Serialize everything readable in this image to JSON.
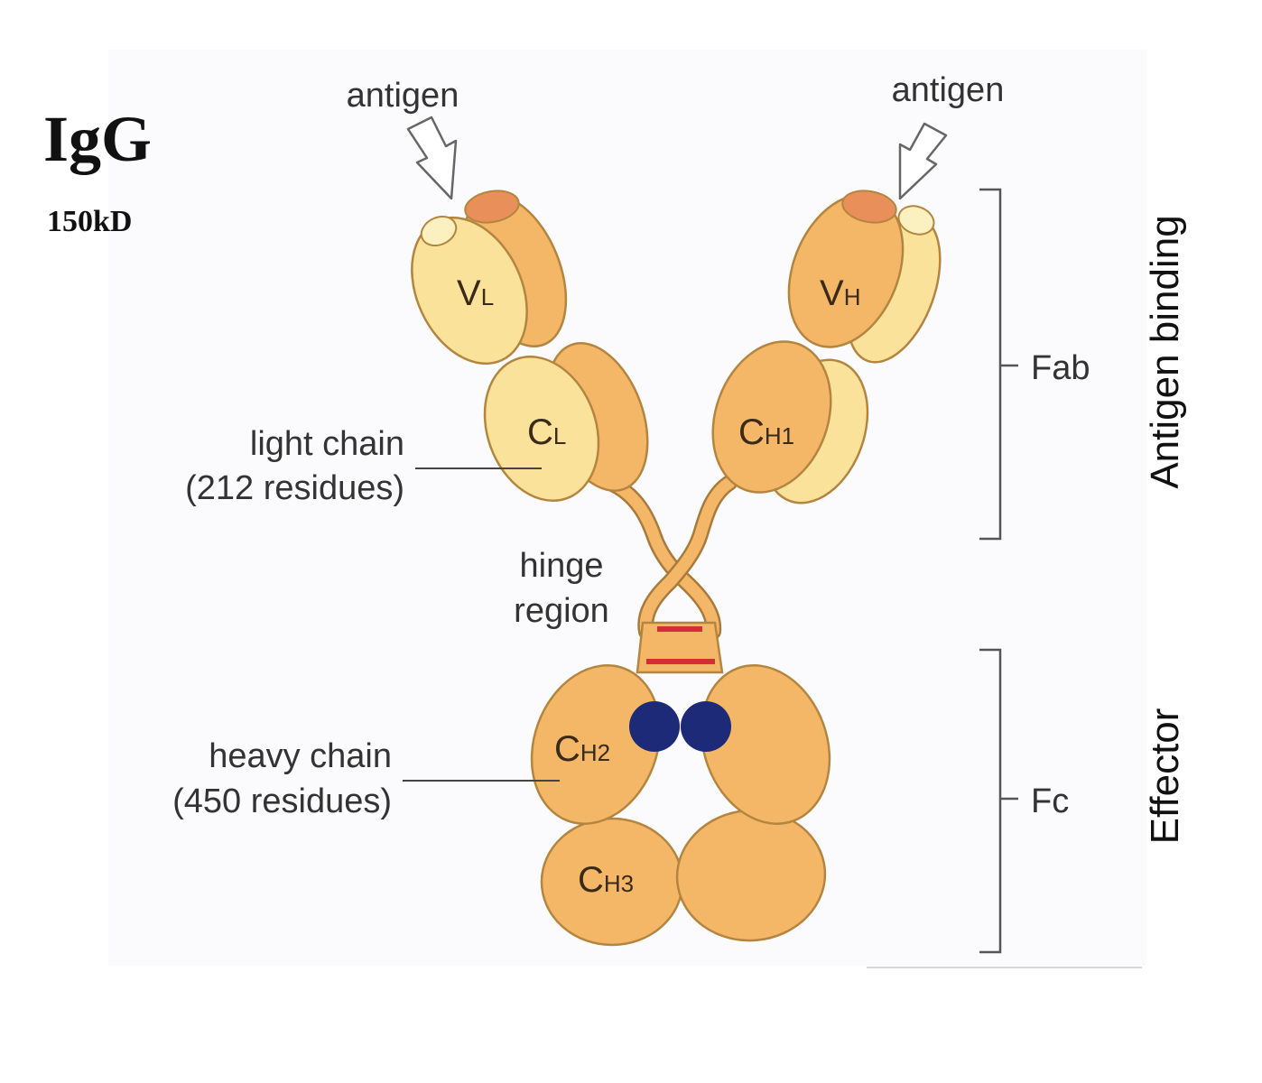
{
  "title": "IgG",
  "subtitle": "150kD",
  "antigen_left": "antigen",
  "antigen_right": "antigen",
  "domains": {
    "vl": {
      "main": "V",
      "sub": "L"
    },
    "vh": {
      "main": "V",
      "sub": "H"
    },
    "cl": {
      "main": "C",
      "sub": "L"
    },
    "ch1": {
      "main": "C",
      "sub": "H1"
    },
    "ch2": {
      "main": "C",
      "sub": "H2"
    },
    "ch3": {
      "main": "C",
      "sub": "H3"
    }
  },
  "light_chain": {
    "line1": "light chain",
    "line2": "(212 residues)"
  },
  "heavy_chain": {
    "line1": "heavy chain",
    "line2": "(450 residues)"
  },
  "hinge": {
    "line1": "hinge",
    "line2": "region"
  },
  "fab_label": "Fab",
  "fc_label": "Fc",
  "antigen_binding_label": "Antigen binding",
  "effector_label": "Effector",
  "colors": {
    "heavy_orange": "#f3b767",
    "light_yellow": "#fae29a",
    "antigen_site": "#e98f5a",
    "disulfide_red": "#d42e35",
    "carbohydrate_navy": "#1d2a78"
  }
}
